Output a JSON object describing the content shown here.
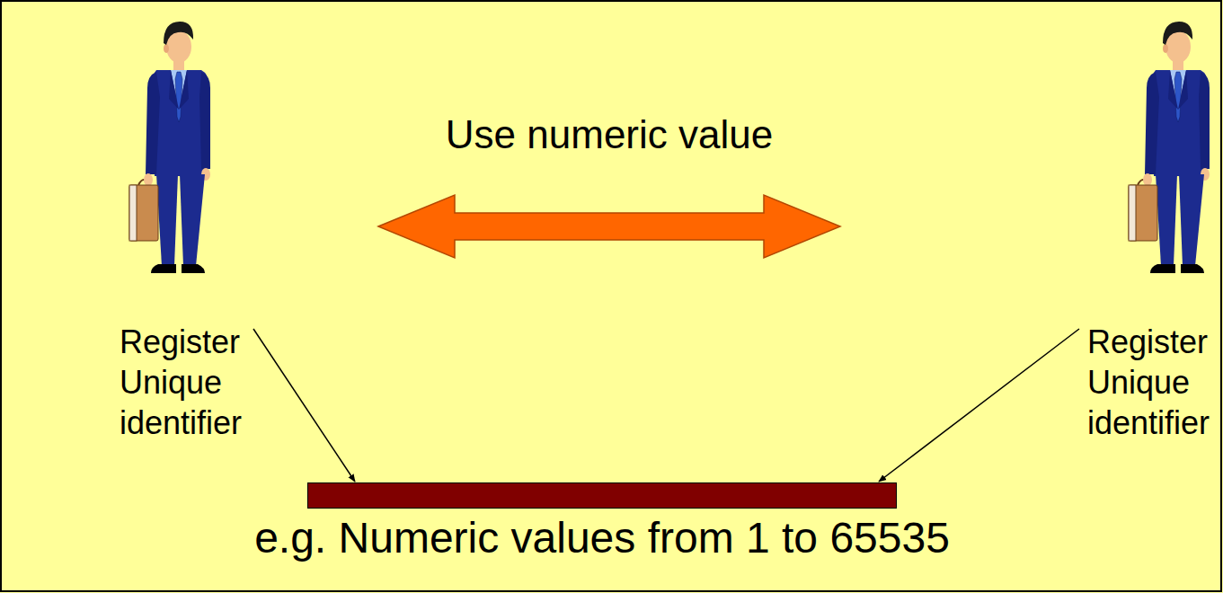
{
  "diagram": {
    "nodes": [
      {
        "text": [
          "Register Unique identifier"
        ]
      },
      {
        "text": [
          "Register Unique identifier"
        ]
      },
      {
        "text": [
          "e.g. Numeric values from 1 to 65535"
        ]
      }
    ],
    "edges": [
      {
        "from": 0,
        "to": 1,
        "label": "Use numeric value",
        "arrow": "both"
      },
      {
        "from": 0,
        "to": 2,
        "arrow": "to"
      },
      {
        "from": 1,
        "to": 2,
        "arrow": "to"
      }
    ]
  }
}
